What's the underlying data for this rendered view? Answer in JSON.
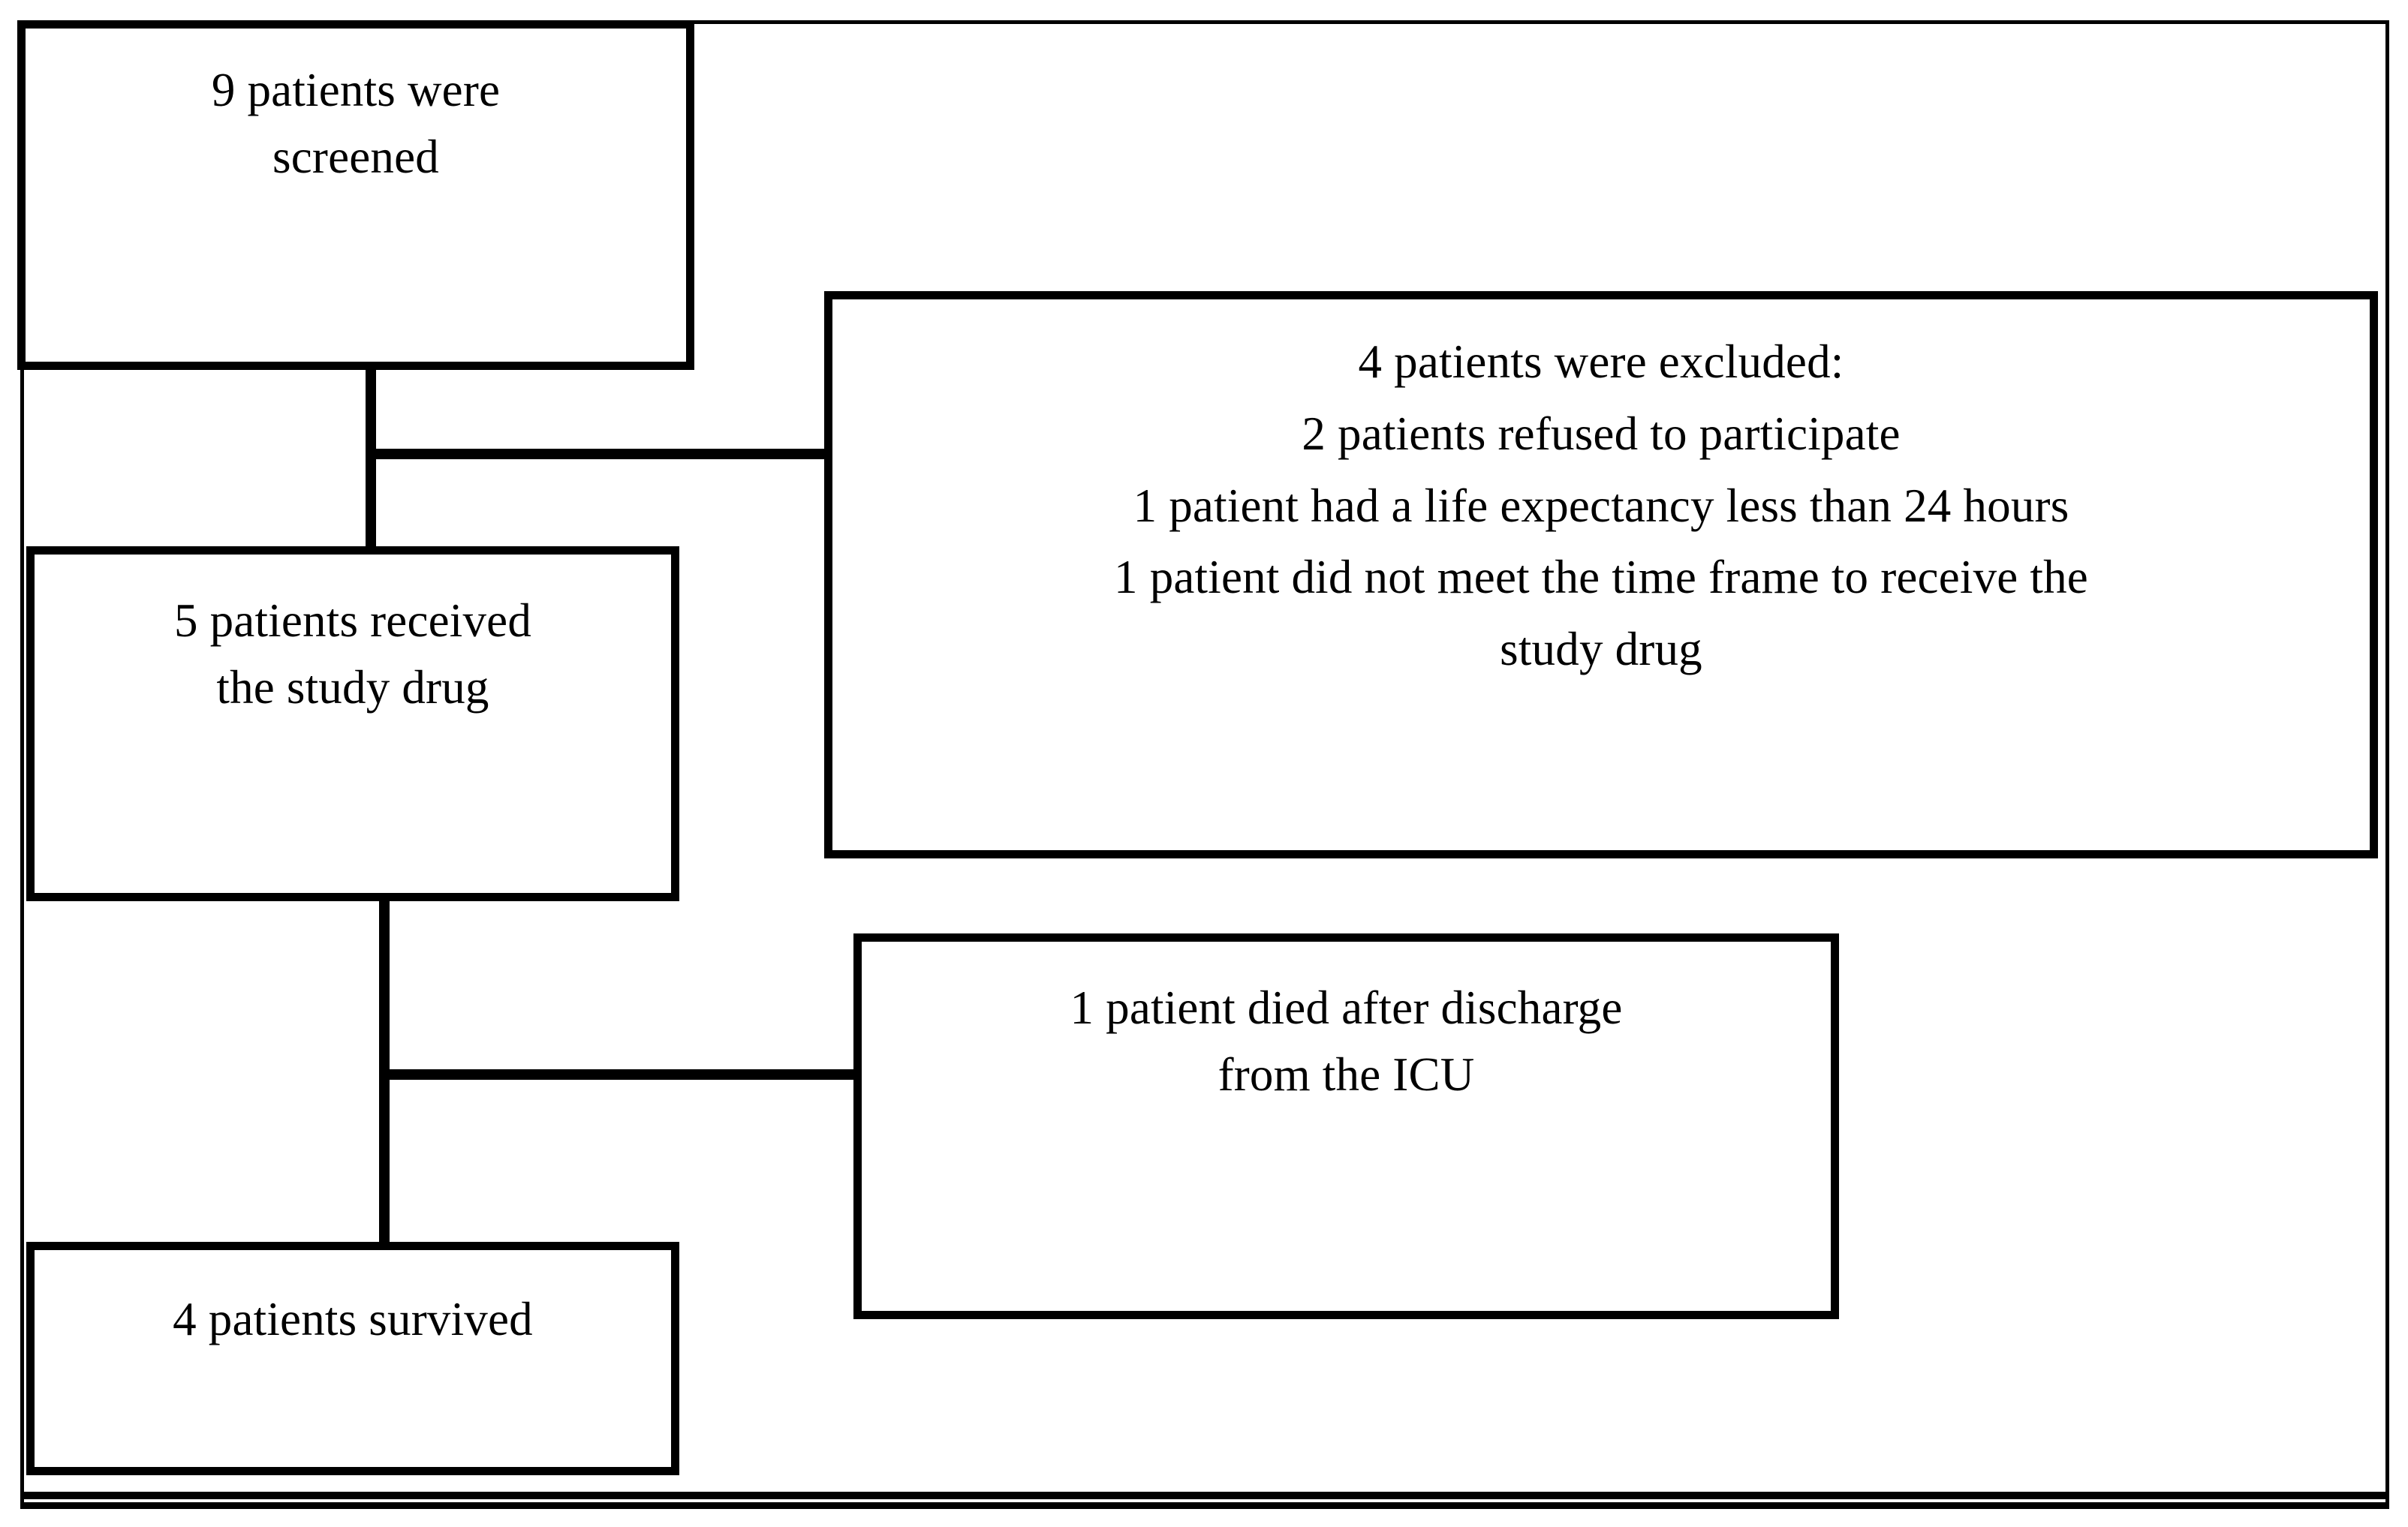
{
  "diagram": {
    "type": "consort-flow-diagram",
    "colors": {
      "background": "#ffffff",
      "stroke": "#000000",
      "text": "#000000"
    },
    "boxes": [
      {
        "id": "screened",
        "name": "screened-box",
        "text": "9 patients were\nscreened"
      },
      {
        "id": "excluded",
        "name": "excluded-box",
        "text": "4 patients were excluded:\n2 patients refused to participate\n1 patient had a life expectancy less than 24 hours\n1 patient did not meet the time frame to receive the\nstudy drug"
      },
      {
        "id": "received",
        "name": "received-study-drug-box",
        "text": "5 patients received\nthe study drug"
      },
      {
        "id": "died",
        "name": "died-after-discharge-box",
        "text": "1 patient died after discharge\nfrom the ICU"
      },
      {
        "id": "survived",
        "name": "survived-box",
        "text": "4 patients survived"
      }
    ],
    "connectors": [
      {
        "id": "screened-to-received",
        "from": "screened",
        "to": "received",
        "orientation": "vertical"
      },
      {
        "id": "screened-to-excluded",
        "from": "screened",
        "to": "excluded",
        "orientation": "horizontal"
      },
      {
        "id": "received-to-survived",
        "from": "received",
        "to": "survived",
        "orientation": "vertical"
      },
      {
        "id": "received-to-died",
        "from": "received",
        "to": "died",
        "orientation": "horizontal"
      }
    ]
  }
}
